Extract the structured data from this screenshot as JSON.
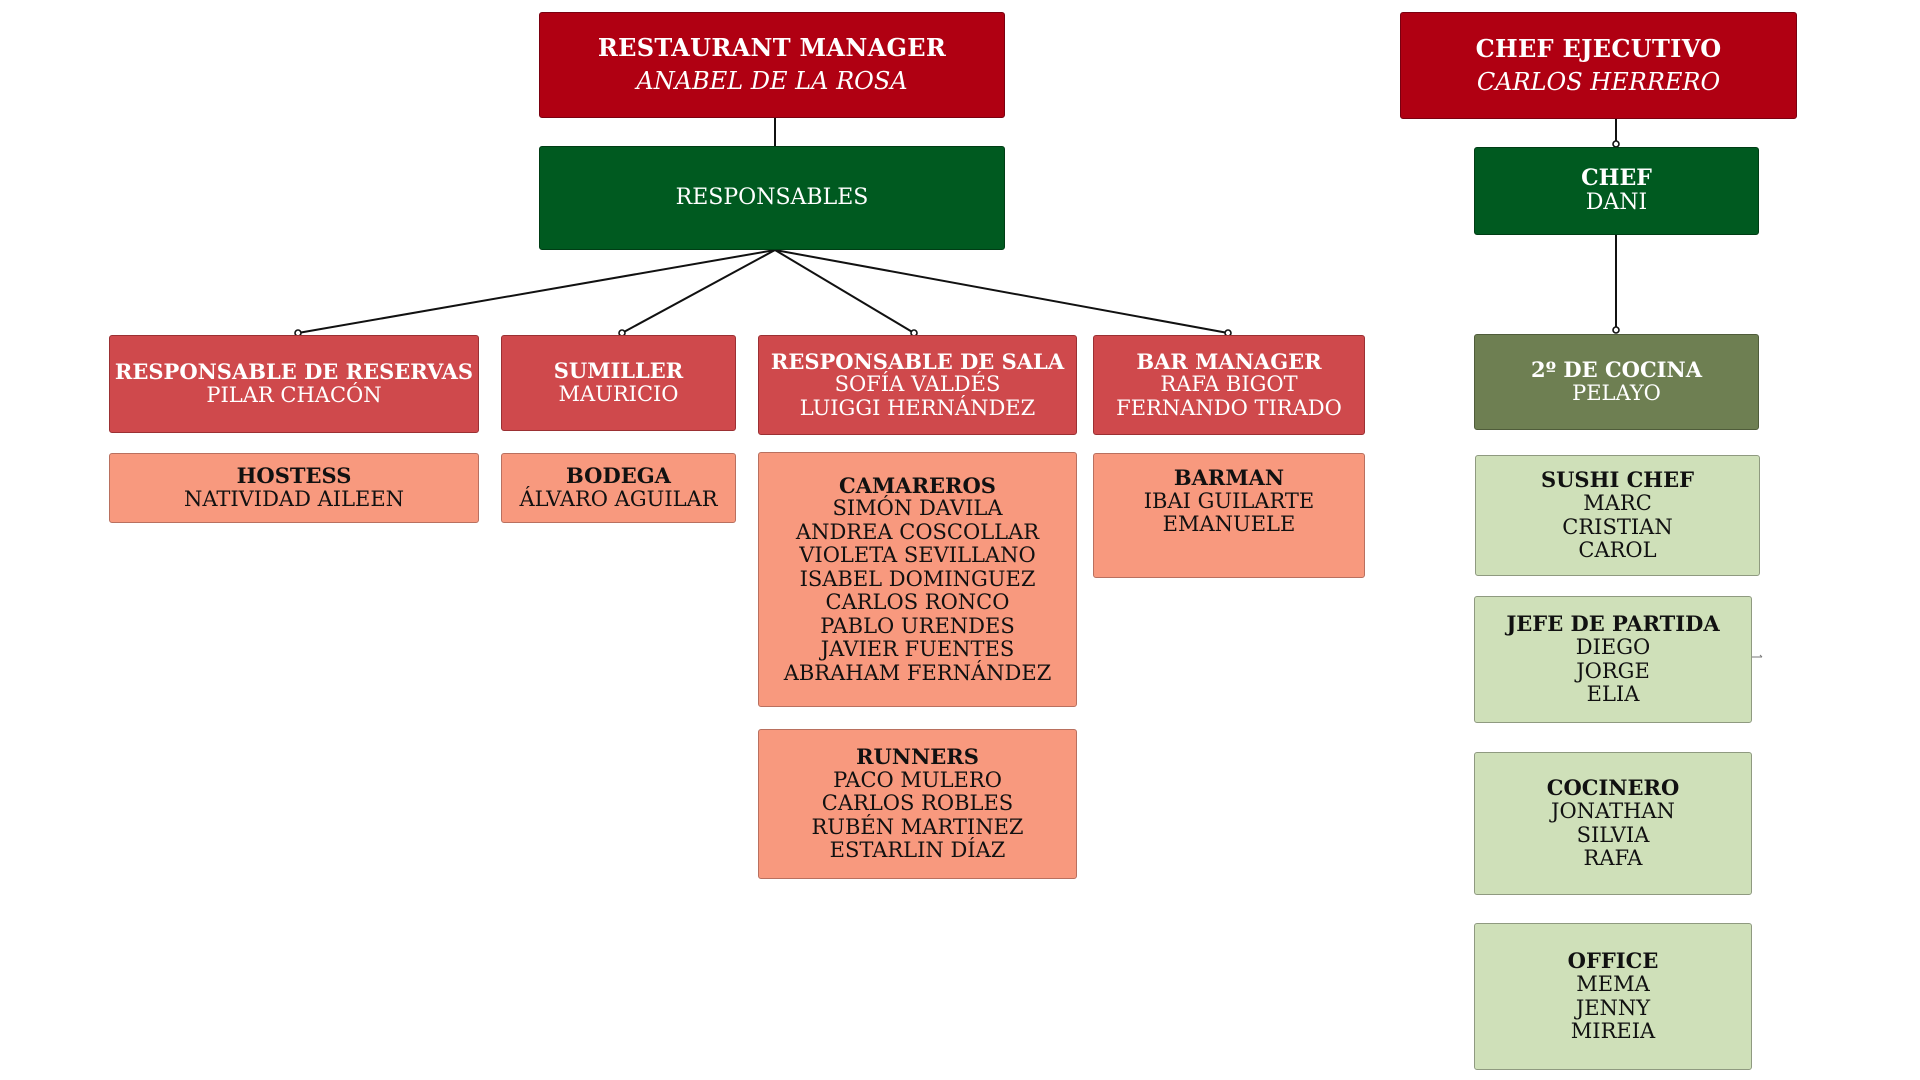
{
  "colors": {
    "director_red": "#B00012",
    "dark_green": "#005A20",
    "manager_red": "#CF494C",
    "salmon": "#F8997E",
    "olive": "#6E7F52",
    "light_green": "#CFE0B9"
  },
  "front_of_house": {
    "restaurant_manager": {
      "title": "RESTAURANT MANAGER",
      "name": "ANABEL DE LA ROSA"
    },
    "responsables": {
      "label": "RESPONSABLES"
    },
    "managers": [
      {
        "title": "RESPONSABLE DE RESERVAS",
        "names": [
          "PILAR CHACÓN"
        ]
      },
      {
        "title": "SUMILLER",
        "names": [
          "MAURICIO"
        ]
      },
      {
        "title": "RESPONSABLE DE SALA",
        "names": [
          "SOFÍA VALDÉS",
          "LUIGGI HERNÁNDEZ"
        ]
      },
      {
        "title": "BAR MANAGER",
        "names": [
          "RAFA BIGOT",
          "FERNANDO TIRADO"
        ]
      }
    ],
    "teams": [
      {
        "title": "HOSTESS",
        "names": [
          "NATIVIDAD AILEEN"
        ]
      },
      {
        "title": "BODEGA",
        "names": [
          "ÁLVARO AGUILAR"
        ]
      },
      {
        "title": "CAMAREROS",
        "names": [
          "SIMÓN DAVILA",
          "ANDREA COSCOLLAR",
          "VIOLETA SEVILLANO",
          "ISABEL DOMINGUEZ",
          "CARLOS RONCO",
          "PABLO URENDES",
          "JAVIER FUENTES",
          "ABRAHAM FERNÁNDEZ"
        ]
      },
      {
        "title": "BARMAN",
        "names": [
          "IBAI GUILARTE",
          "EMANUELE"
        ]
      },
      {
        "title": "RUNNERS",
        "names": [
          "PACO MULERO",
          "CARLOS ROBLES",
          "RUBÉN MARTINEZ",
          "ESTARLIN DÍAZ"
        ]
      }
    ]
  },
  "kitchen": {
    "chef_ejecutivo": {
      "title": "CHEF EJECUTIVO",
      "name": "CARLOS HERRERO"
    },
    "chef": {
      "title": "CHEF",
      "name": "DANI"
    },
    "segundo": {
      "title": "2º DE COCINA",
      "name": "PELAYO"
    },
    "teams": [
      {
        "title": "SUSHI CHEF",
        "names": [
          "MARC",
          "CRISTIAN",
          "CAROL"
        ]
      },
      {
        "title": "JEFE DE PARTIDA",
        "names": [
          "DIEGO",
          "JORGE",
          "ELIA"
        ]
      },
      {
        "title": "COCINERO",
        "names": [
          "JONATHAN",
          "SILVIA",
          "RAFA"
        ]
      },
      {
        "title": "OFFICE",
        "names": [
          "MEMA",
          "JENNY",
          "MIREIA"
        ]
      }
    ]
  }
}
